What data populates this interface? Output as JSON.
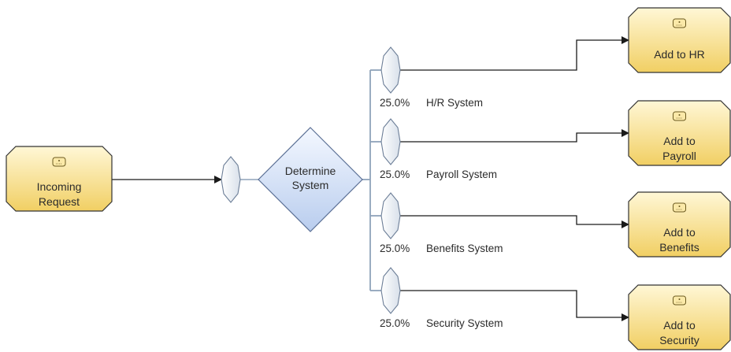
{
  "diagram": {
    "start_node": {
      "label_lines": [
        "Incoming",
        "Request"
      ],
      "icon": "activity-icon"
    },
    "decision_node": {
      "label_lines": [
        "Determine",
        "System"
      ]
    },
    "branches": [
      {
        "percent": "25.0%",
        "name": "H/R System",
        "target": {
          "label_lines": [
            "Add to HR"
          ],
          "icon": "activity-icon"
        }
      },
      {
        "percent": "25.0%",
        "name": "Payroll System",
        "target": {
          "label_lines": [
            "Add to",
            "Payroll"
          ],
          "icon": "activity-icon"
        }
      },
      {
        "percent": "25.0%",
        "name": "Benefits System",
        "target": {
          "label_lines": [
            "Add to",
            "Benefits"
          ],
          "icon": "activity-icon"
        }
      },
      {
        "percent": "25.0%",
        "name": "Security System",
        "target": {
          "label_lines": [
            "Add to",
            "Security"
          ],
          "icon": "activity-icon"
        }
      }
    ],
    "colors": {
      "activity_fill_top": "#fff7d6",
      "activity_fill_bottom": "#f1cf63",
      "activity_stroke": "#333333",
      "decision_fill_top": "#f4f8ff",
      "decision_fill_bottom": "#b9cdee",
      "decision_stroke": "#5a6f95",
      "connector_fill": "#e9eef5",
      "connector_stroke": "#6d7f98",
      "line": "#1a1a1a",
      "branch_line": "#8fa3ba"
    }
  }
}
